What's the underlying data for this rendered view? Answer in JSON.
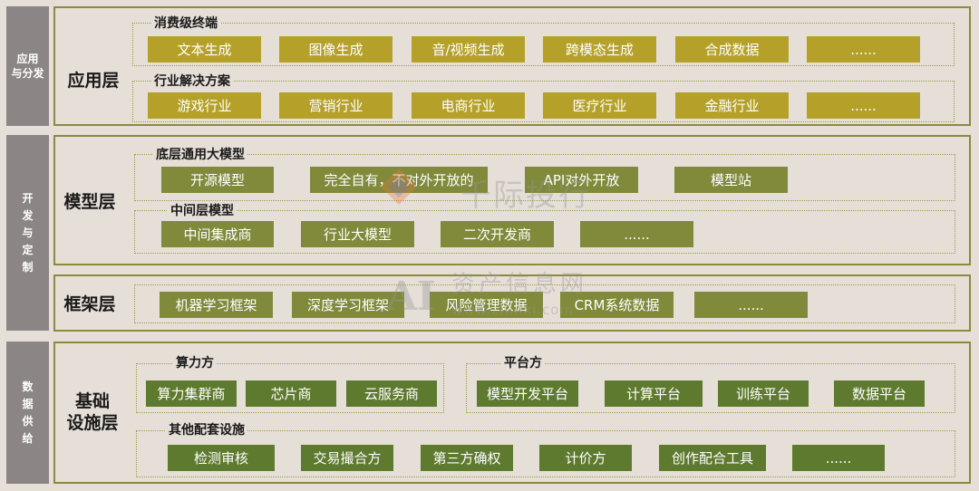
{
  "side_labels": {
    "app": [
      "应用",
      "与分发"
    ],
    "dev": [
      "开",
      "发",
      "与",
      "定",
      "制"
    ],
    "data": [
      "数",
      "据",
      "供",
      "给"
    ]
  },
  "layers": {
    "app": {
      "title": "应用层",
      "groups": [
        {
          "title": "消费级终端",
          "items": [
            "文本生成",
            "图像生成",
            "音/视频生成",
            "跨模态生成",
            "合成数据",
            "......"
          ]
        },
        {
          "title": "行业解决方案",
          "items": [
            "游戏行业",
            "营销行业",
            "电商行业",
            "医疗行业",
            "金融行业",
            "......"
          ]
        }
      ]
    },
    "model": {
      "title": "模型层",
      "groups": [
        {
          "title": "底层通用大模型",
          "items": [
            "开源模型",
            "完全自有，不对外开放的",
            "API对外开放",
            "模型站"
          ]
        },
        {
          "title": "中间层模型",
          "items": [
            "中间集成商",
            "行业大模型",
            "二次开发商",
            "......"
          ]
        }
      ]
    },
    "framework": {
      "title": "框架层",
      "items": [
        "机器学习框架",
        "深度学习框架",
        "风险管理数据",
        "CRM系统数据",
        "......"
      ]
    },
    "infra": {
      "title": [
        "基础",
        "设施层"
      ],
      "groups": [
        {
          "title": "算力方",
          "items": [
            "算力集群商",
            "芯片商",
            "云服务商"
          ]
        },
        {
          "title": "平台方",
          "items": [
            "模型开发平台",
            "计算平台",
            "训练平台",
            "数据平台"
          ]
        },
        {
          "title": "其他配套设施",
          "items": [
            "检测审核",
            "交易撮合方",
            "第三方确权",
            "计价方",
            "创作配合工具",
            "......"
          ]
        }
      ]
    }
  },
  "watermarks": {
    "top": "千际投行",
    "mid": "资产信息网",
    "logo": "AI",
    "url": "www.zhinxi.com"
  },
  "colors": {
    "background": "#e6dfd8",
    "side_label": "#8b8585",
    "layer_border": "#8c8a3c",
    "box_yellow": "#b5a12a",
    "box_olive": "#808a3a",
    "box_green": "#5e7a2e"
  }
}
